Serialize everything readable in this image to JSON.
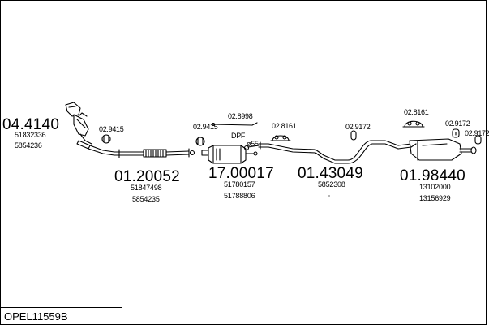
{
  "title": "OPEL11559B",
  "groups": [
    {
      "main": "04.4140",
      "refs": [
        "51832336",
        "5854236"
      ]
    },
    {
      "main": "01.20052",
      "refs": [
        "51847498",
        "5854235"
      ]
    },
    {
      "main": "17.00017",
      "refs": [
        "51780157",
        "51788806"
      ]
    },
    {
      "main": "01.43049",
      "refs": [
        "5852308"
      ]
    },
    {
      "main": "01.98440",
      "refs": [
        "13102000",
        "13156929"
      ]
    }
  ],
  "part_labels": {
    "p1": "02.9415",
    "p2": "02.9415",
    "p3": "02.8998",
    "p4": "DPF",
    "p5": "02.8161",
    "p6": "ø55",
    "p7": "02.9172",
    "p8": "02.8161",
    "p9": "02.9172",
    "p10": "02.9172"
  }
}
